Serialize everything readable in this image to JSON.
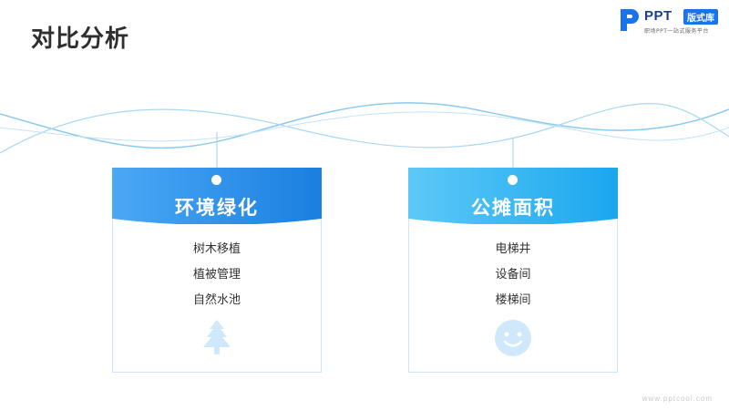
{
  "page": {
    "title": "对比分析"
  },
  "logo": {
    "name": "PPT",
    "badge": "版式库",
    "tagline": "职场PPT一站式服务平台"
  },
  "cards": [
    {
      "title": "环境绿化",
      "items": [
        "树木移植",
        "植被管理",
        "自然水池"
      ],
      "icon": "tree-icon",
      "gradient": [
        "#4aa8f5",
        "#1a7fe0"
      ]
    },
    {
      "title": "公摊面积",
      "items": [
        "电梯井",
        "设备间",
        "楼梯间"
      ],
      "icon": "smiley-icon",
      "gradient": [
        "#5dc9f7",
        "#1aa7ee"
      ]
    }
  ],
  "colors": {
    "wave": "#7fc3ee",
    "icon": "#cfe8fb"
  },
  "watermark": "www.pptcool.com"
}
